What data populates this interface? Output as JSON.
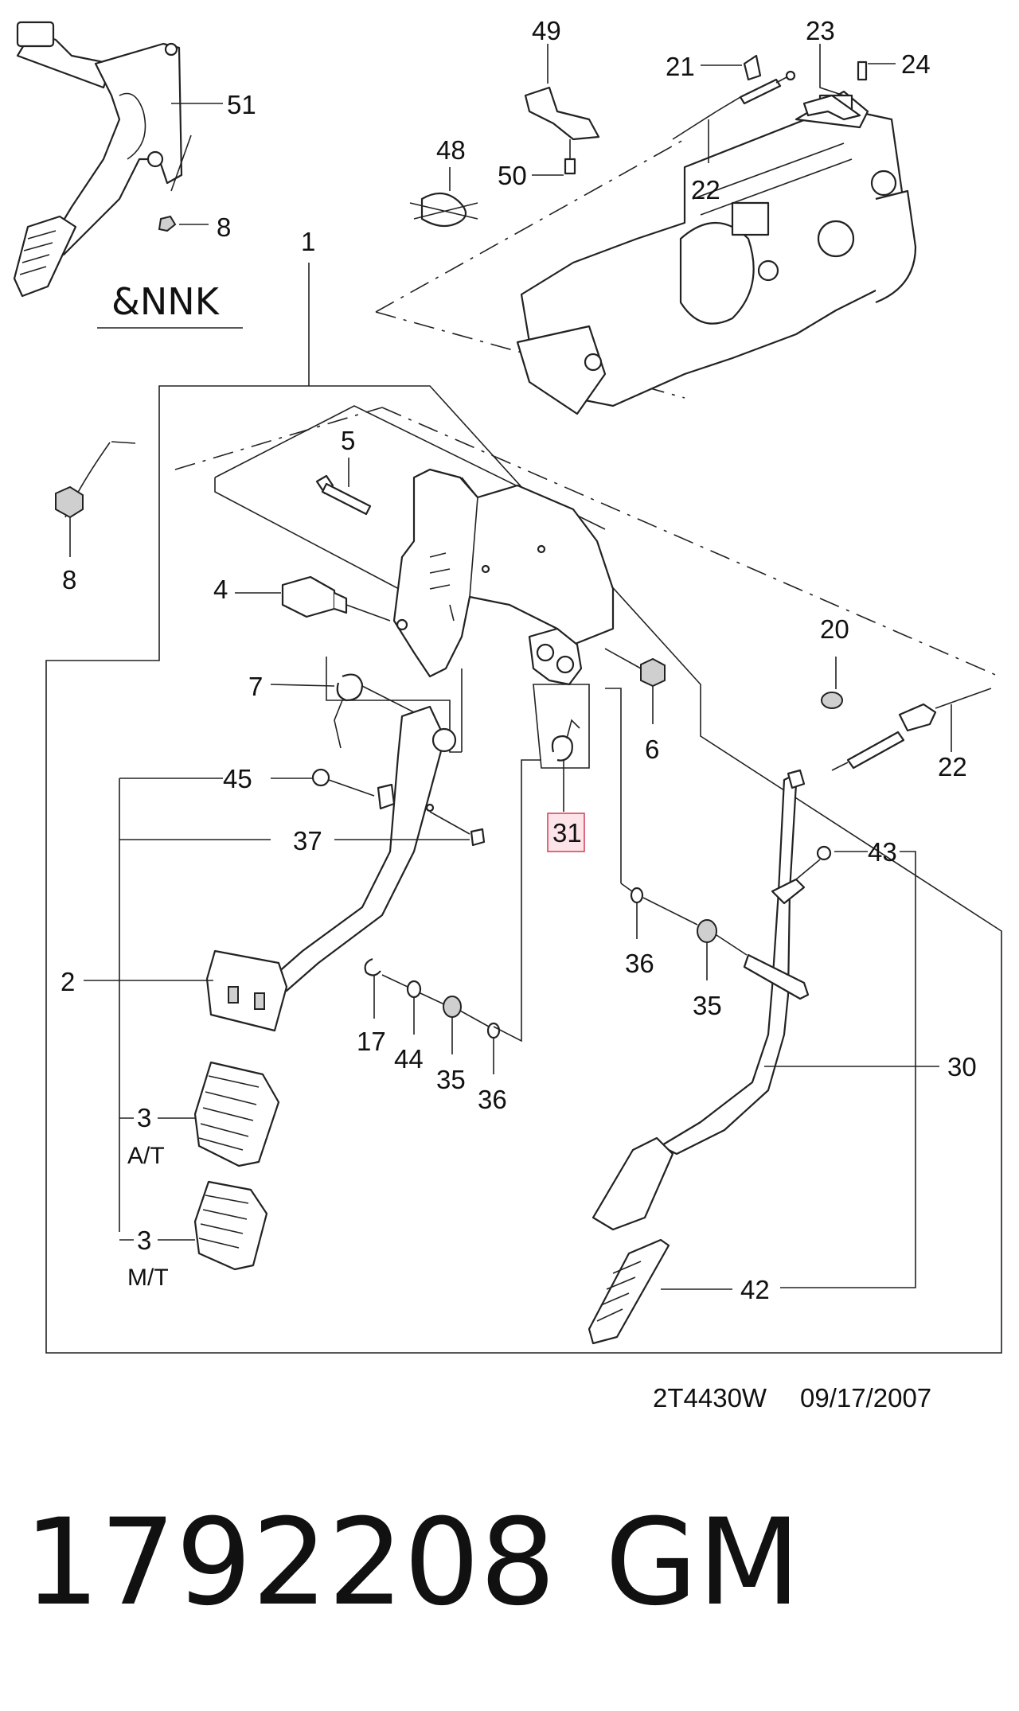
{
  "header_label": "&NNK",
  "callouts": {
    "c1": "1",
    "c2": "2",
    "c3a": "3",
    "c3b": "3",
    "c4": "4",
    "c5": "5",
    "c6": "6",
    "c7": "7",
    "c8a": "8",
    "c8b": "8",
    "c17": "17",
    "c20": "20",
    "c21": "21",
    "c22a": "22",
    "c22b": "22",
    "c23": "23",
    "c24": "24",
    "c30": "30",
    "c31": "31",
    "c35a": "35",
    "c35b": "35",
    "c36a": "36",
    "c36b": "36",
    "c37": "37",
    "c42": "42",
    "c43": "43",
    "c44": "44",
    "c45": "45",
    "c48": "48",
    "c49": "49",
    "c50": "50",
    "c51": "51"
  },
  "variants": {
    "at": "A/T",
    "mt": "M/T"
  },
  "highlight": {
    "part": "31",
    "color": "#fde4e8",
    "border": "#d33b55"
  },
  "diagram_code": "2T4430W",
  "diagram_date": "09/17/2007",
  "part_number": "1792208",
  "brand": "GM"
}
